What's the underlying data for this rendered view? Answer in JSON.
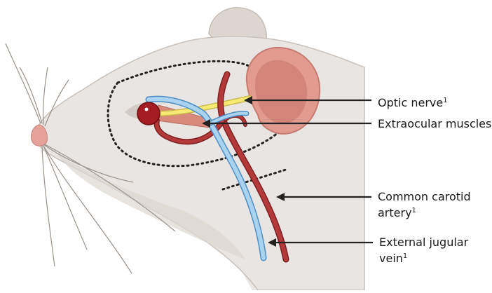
{
  "labels": {
    "optic_nerve": {
      "text": "Optic nerve",
      "sup": "1"
    },
    "extraocular_muscles": {
      "text": "Extraocular muscles"
    },
    "common_carotid_artery": {
      "line1": "Common carotid",
      "line2": "artery",
      "sup": "1"
    },
    "external_jugular_vein": {
      "line1": "External jugular",
      "line2": "vein",
      "sup": "1"
    }
  },
  "colors": {
    "skin": "#e9e5e2",
    "skin_shadow": "#d8d2cd",
    "outline": "#bdb5ae",
    "ear_outer": "#e39a8f",
    "ear_inner": "#cf7f74",
    "nose": "#e5a29b",
    "eye": "#a51c22",
    "artery": "#b43a3a",
    "artery_outline": "#7e1f22",
    "vein": "#a9d3ef",
    "vein_outline": "#4f8fc7",
    "optic_nerve": "#f6ea74",
    "muscle": "#d98a7a",
    "arrow": "#222222",
    "dotted_line": "#222222"
  }
}
